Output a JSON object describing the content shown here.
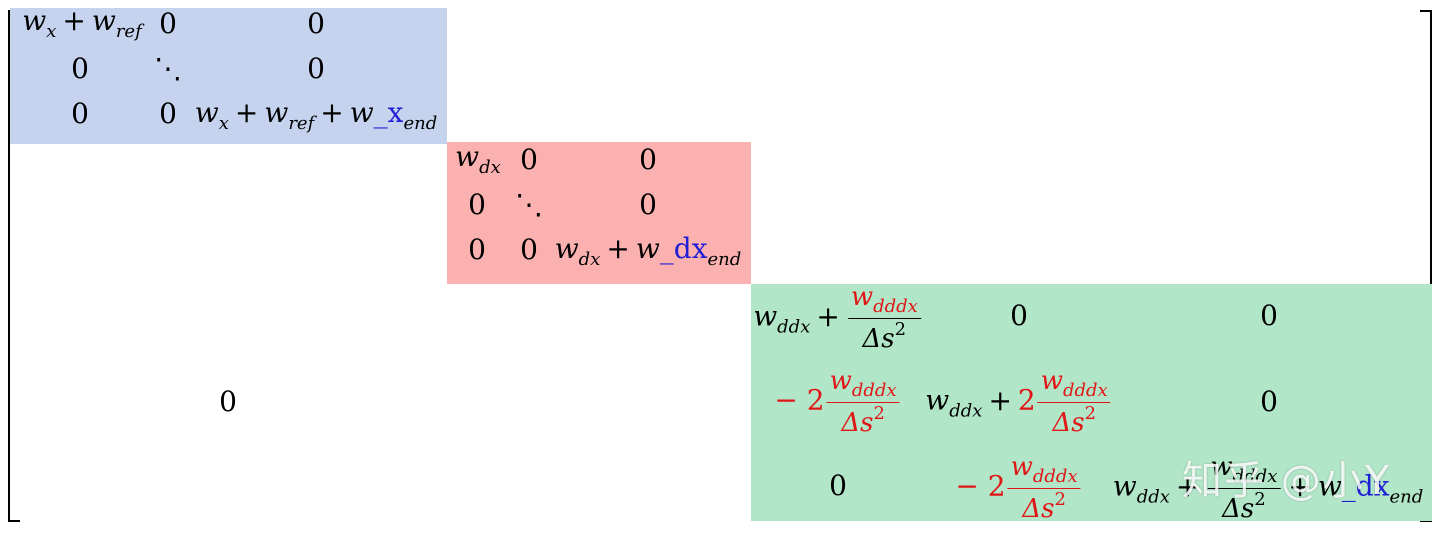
{
  "matrix": {
    "zero": "0",
    "ddots": "⋱",
    "blue": {
      "r1c1": {
        "w": "w",
        "x": "x",
        "ref": "ref"
      },
      "r3c3": {
        "w": "w",
        "x": "x",
        "ref": "ref",
        "w2": "w",
        "us": "_",
        "xs": "x",
        "end": "end"
      }
    },
    "red": {
      "r1c1": {
        "w": "w",
        "dx": "dx"
      },
      "r3c3": {
        "w": "w",
        "dx": "dx",
        "w2": "w",
        "us": "_",
        "dxs": "dx",
        "end": "end"
      }
    },
    "green": {
      "wddx": {
        "w": "w",
        "sub": "ddx"
      },
      "wdddx": {
        "w": "w",
        "sub": "dddx"
      },
      "delta_s": "Δs",
      "sq": "2",
      "minus": "−",
      "two": "2",
      "plus": "+",
      "end_w": "w",
      "us": "_",
      "dx": "dx",
      "end": "end"
    }
  },
  "watermark": "知乎 @小Y",
  "colors": {
    "blue_block": "#c5d3ee",
    "red_block": "#fcb1b1",
    "green_block": "#b2e6c9",
    "blue_text": "#1f1fd6",
    "red_text": "#e01616"
  }
}
